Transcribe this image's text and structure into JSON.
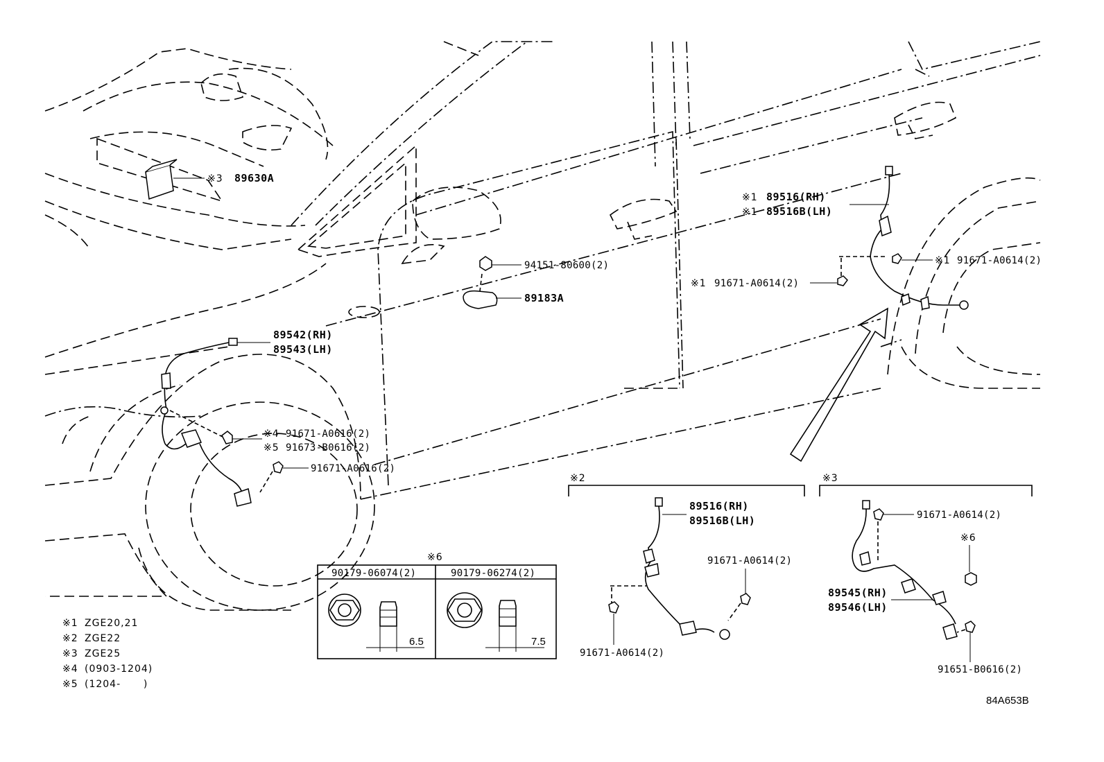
{
  "labels": {
    "ecu_mark": "※3",
    "ecu_part": "89630A",
    "rear_sensor_rh_mark": "※1",
    "rear_sensor_rh": "89516(RH)",
    "rear_sensor_lh_mark": "※1",
    "rear_sensor_lh": "89516B(LH)",
    "rear_bolt_right_mark": "※1",
    "rear_bolt_right": "91671-A0614(2)",
    "rear_bolt_left_mark": "※1",
    "rear_bolt_left": "91671-A0614(2)",
    "nut_part": "94151-80600(2)",
    "sensor_89183": "89183A",
    "front_sensor_rh": "89542(RH)",
    "front_sensor_lh": "89543(LH)",
    "front_bolt_a_mark": "※4",
    "front_bolt_a": "91671-A0616(2)",
    "front_bolt_b_mark": "※5",
    "front_bolt_b": "91673-B0616(2)",
    "front_bolt_c": "91671-A0616(2)",
    "inset2_mark": "※2",
    "inset2_sensor_rh": "89516(RH)",
    "inset2_sensor_lh": "89516B(LH)",
    "inset2_bolt_upper": "91671-A0614(2)",
    "inset2_bolt_lower": "91671-A0614(2)",
    "inset3_mark": "※3",
    "inset3_bolt_top": "91671-A0614(2)",
    "inset3_nut_mark": "※6",
    "inset3_sensor_rh": "89545(RH)",
    "inset3_sensor_lh": "89546(LH)",
    "inset3_bolt_bottom": "91651-B0616(2)",
    "table6_mark": "※6",
    "table6_col1": "90179-06074(2)",
    "table6_col2": "90179-06274(2)",
    "table6_dim1": "6.5",
    "table6_dim2": "7.5",
    "diagram_code": "84A653B"
  },
  "notes": [
    {
      "mark": "※1",
      "text": "ZGE20,21"
    },
    {
      "mark": "※2",
      "text": "ZGE22"
    },
    {
      "mark": "※3",
      "text": "ZGE25"
    },
    {
      "mark": "※4",
      "text": "(0903-1204)"
    },
    {
      "mark": "※5",
      "text": "(1204-      )"
    }
  ]
}
